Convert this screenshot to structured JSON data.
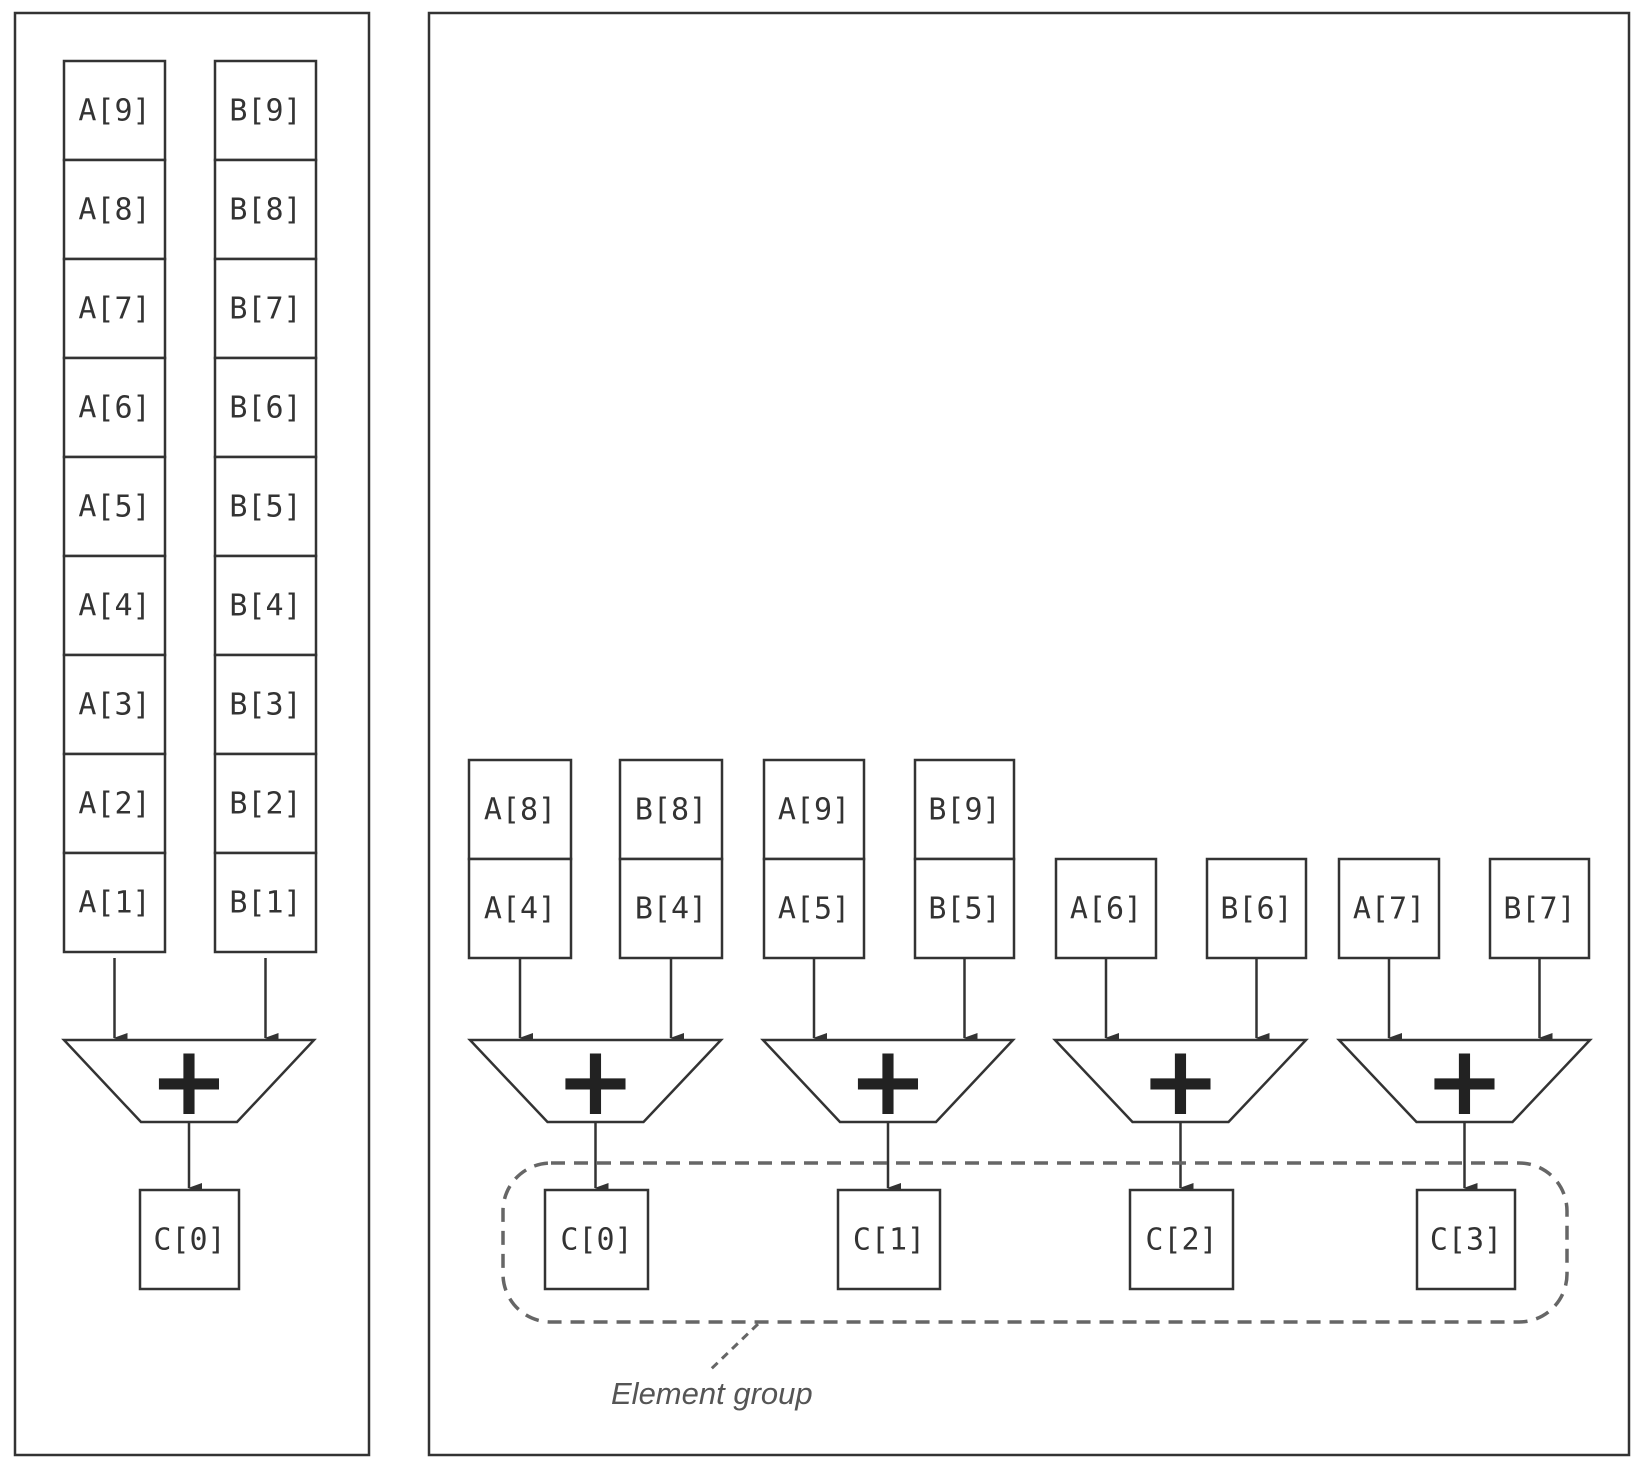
{
  "diagram": {
    "left_panel": {
      "a_column": [
        "A[9]",
        "A[8]",
        "A[7]",
        "A[6]",
        "A[5]",
        "A[4]",
        "A[3]",
        "A[2]",
        "A[1]"
      ],
      "b_column": [
        "B[9]",
        "B[8]",
        "B[7]",
        "B[6]",
        "B[5]",
        "B[4]",
        "B[3]",
        "B[2]",
        "B[1]"
      ],
      "operator": "+",
      "output": "C[0]"
    },
    "right_panel": {
      "lanes": [
        {
          "a": [
            "A[8]",
            "A[4]"
          ],
          "b": [
            "B[8]",
            "B[4]"
          ],
          "operator": "+",
          "output": "C[0]"
        },
        {
          "a": [
            "A[9]",
            "A[5]"
          ],
          "b": [
            "B[9]",
            "B[5]"
          ],
          "operator": "+",
          "output": "C[1]"
        },
        {
          "a": [
            "A[6]"
          ],
          "b": [
            "B[6]"
          ],
          "operator": "+",
          "output": "C[2]"
        },
        {
          "a": [
            "A[7]"
          ],
          "b": [
            "B[7]"
          ],
          "operator": "+",
          "output": "C[3]"
        }
      ],
      "group_label": "Element group"
    },
    "colors": {
      "stroke": "#333333",
      "text": "#333333",
      "dashed_group": "#666666",
      "panel_background": "#ffffff"
    }
  }
}
